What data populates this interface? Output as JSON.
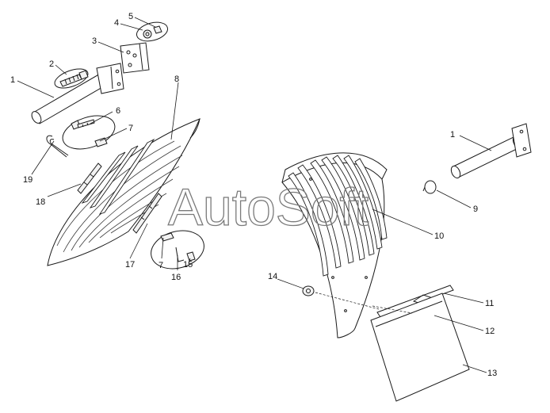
{
  "watermark": "AutoSoft",
  "callouts": {
    "c1a": "1",
    "c2": "2",
    "c3": "3",
    "c4": "4",
    "c5": "5",
    "c6": "6",
    "c7a": "7",
    "c8": "8",
    "c19": "19",
    "c18": "18",
    "c17": "17",
    "c7b": "7",
    "c16": "16",
    "c15": "15",
    "c1b": "1",
    "c9": "9",
    "c10": "10",
    "c14": "14",
    "c11": "11",
    "c12": "12",
    "c13": "13"
  }
}
